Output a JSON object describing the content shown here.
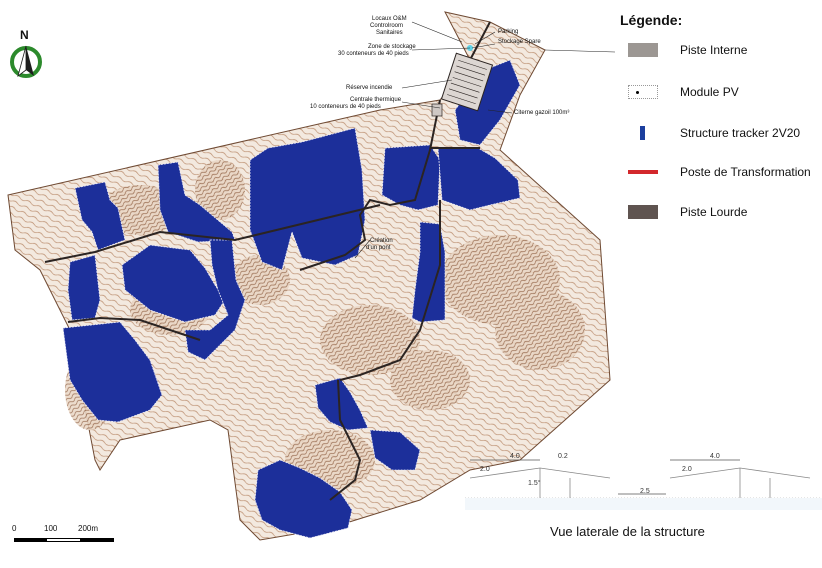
{
  "legend": {
    "title": "Légende:",
    "items": [
      {
        "label": "Piste Interne"
      },
      {
        "label": "Module PV"
      },
      {
        "label": "Structure tracker 2V20"
      },
      {
        "label": "Poste de Transformation"
      },
      {
        "label": "Piste Lourde"
      }
    ]
  },
  "north": {
    "letter": "N"
  },
  "annotations": {
    "locaux": "Locaux O&M",
    "controlroom": "Controlroom",
    "sanitaires": "Sanitaires",
    "zone_stockage": "Zone de stockage",
    "zone_stockage_detail": "30 conteneurs de 40 pieds",
    "parking": "Parking",
    "stockage_spare": "Stockage Spare",
    "reserve": "Réserve incendie",
    "centrale": "Centrale thermique",
    "centrale_detail": "10 conteneurs de 40 pieds",
    "citerne": "Citerne gazoil 100m³",
    "creation": "Création",
    "creation_detail": "d'un pont"
  },
  "scale": {
    "t0": "0",
    "t1": "100",
    "t2": "200m"
  },
  "side_view": {
    "title": "Vue laterale de la structure",
    "d1": "4.0",
    "d2": "0.2",
    "d3": "2.0",
    "d4": "4.0",
    "d5": "2.0",
    "d6": "2.5",
    "d7": "1.5°"
  },
  "colors": {
    "pv_blue": "#1c2f9a",
    "terrain": "#c7a58a",
    "contour": "#8c5a3c",
    "road": "#2b2422"
  }
}
